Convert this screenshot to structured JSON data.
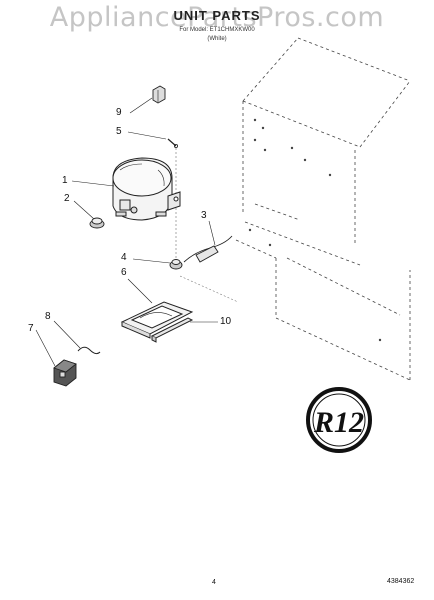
{
  "watermark": "AppliancePartsPros.com",
  "header": {
    "title": "UNIT PARTS",
    "model_line": "For Model: ET1CHMXKW00",
    "color_line": "(White)"
  },
  "callouts": {
    "c1": "1",
    "c2": "2",
    "c3": "3",
    "c4": "4",
    "c5": "5",
    "c6": "6",
    "c7": "7",
    "c8": "8",
    "c9": "9",
    "c10": "10"
  },
  "badge": {
    "text": "R12"
  },
  "footer": {
    "page_number": "4",
    "doc_number": "4384362"
  }
}
